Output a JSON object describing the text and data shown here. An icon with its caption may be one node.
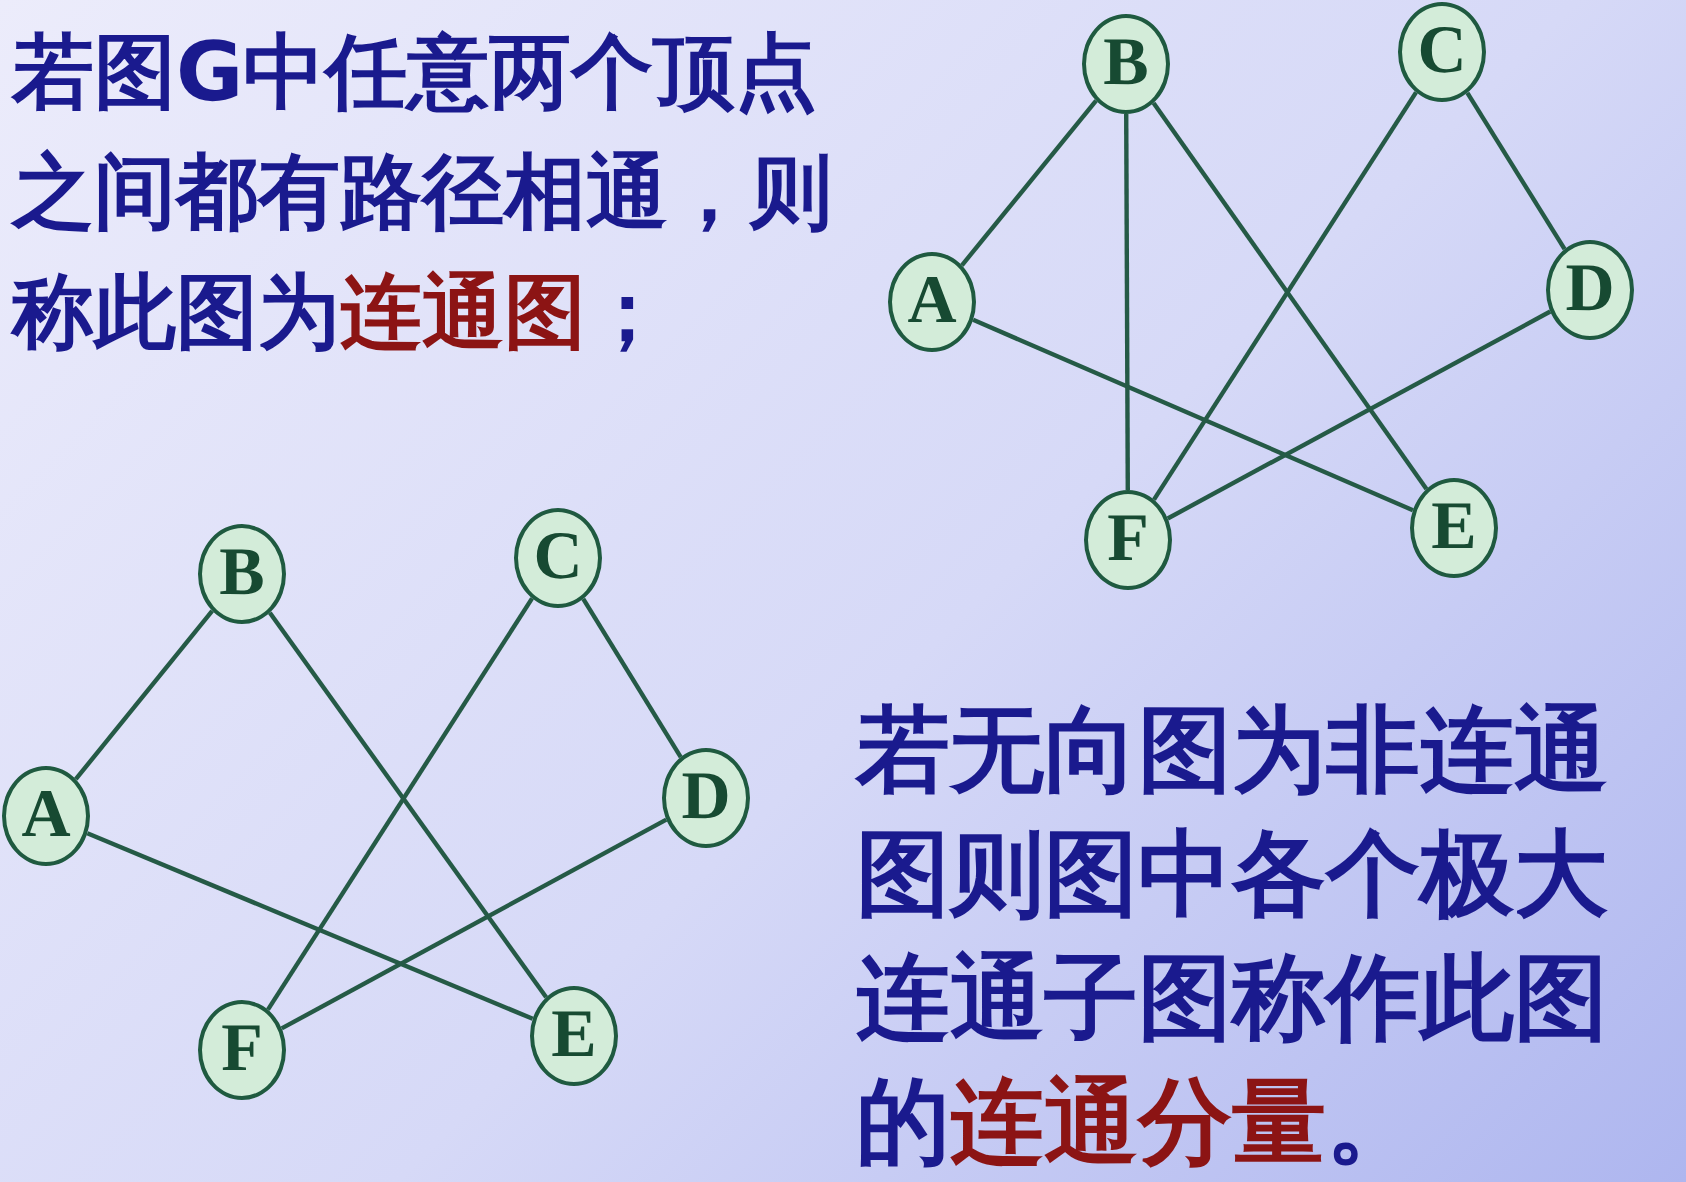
{
  "diagram": {
    "nodes": [
      {
        "text": [
          "B"
        ]
      },
      {
        "text": [
          "C"
        ]
      },
      {
        "text": [
          "A"
        ]
      },
      {
        "text": [
          "D"
        ]
      },
      {
        "text": [
          "F"
        ]
      },
      {
        "text": [
          "E"
        ]
      },
      {
        "text": [
          "B"
        ]
      },
      {
        "text": [
          "C"
        ]
      },
      {
        "text": [
          "A"
        ]
      },
      {
        "text": [
          "D"
        ]
      },
      {
        "text": [
          "F"
        ]
      },
      {
        "text": [
          "E"
        ]
      }
    ],
    "edges": [
      {
        "from": 2,
        "to": 0,
        "arrow": "none"
      },
      {
        "from": 0,
        "to": 4,
        "arrow": "none"
      },
      {
        "from": 0,
        "to": 5,
        "arrow": "none"
      },
      {
        "from": 1,
        "to": 4,
        "arrow": "none"
      },
      {
        "from": 1,
        "to": 3,
        "arrow": "none"
      },
      {
        "from": 2,
        "to": 5,
        "arrow": "none"
      },
      {
        "from": 3,
        "to": 4,
        "arrow": "none"
      },
      {
        "from": 8,
        "to": 6,
        "arrow": "none"
      },
      {
        "from": 6,
        "to": 11,
        "arrow": "none"
      },
      {
        "from": 7,
        "to": 10,
        "arrow": "none"
      },
      {
        "from": 7,
        "to": 9,
        "arrow": "none"
      },
      {
        "from": 8,
        "to": 11,
        "arrow": "none"
      },
      {
        "from": 9,
        "to": 10,
        "arrow": "none"
      }
    ],
    "labels": [
      "若图G中任意两个顶点之间都有路径相通，则称此图为**连通图**；",
      "若无向图为非连通图则图中各个极大连通子图称作此图的**连通分量**。"
    ]
  }
}
